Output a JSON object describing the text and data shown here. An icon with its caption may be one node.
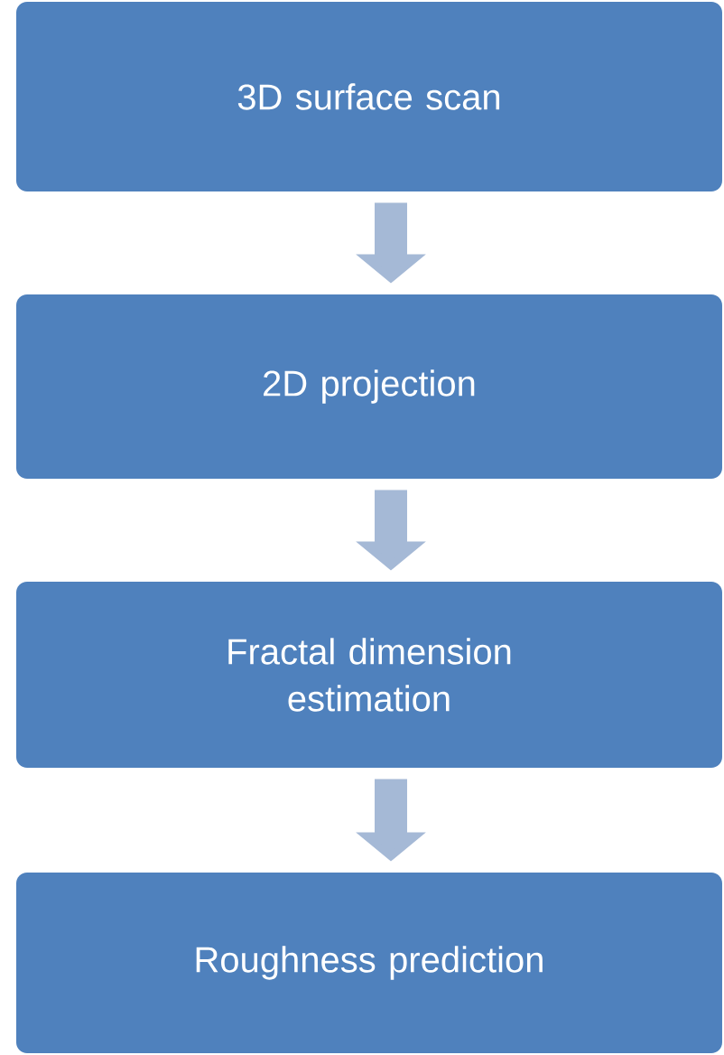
{
  "diagram": {
    "nodes": [
      {
        "text": [
          "3D surface scan"
        ]
      },
      {
        "text": [
          "2D projection"
        ]
      },
      {
        "text": [
          "Fractal dimension estimation"
        ]
      },
      {
        "text": [
          "Roughness prediction"
        ]
      }
    ],
    "edges": [
      {
        "from": 0,
        "to": 1,
        "arrow": "to"
      },
      {
        "from": 1,
        "to": 2,
        "arrow": "to"
      },
      {
        "from": 2,
        "to": 3,
        "arrow": "to"
      }
    ]
  }
}
